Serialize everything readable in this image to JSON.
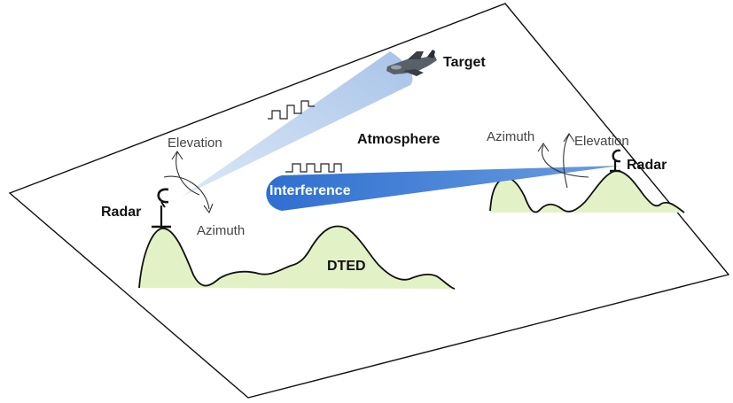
{
  "labels": {
    "target": "Target",
    "atmosphere": "Atmosphere",
    "interference": "Interference",
    "dted": "DTED",
    "radar_left": "Radar",
    "radar_right": "Radar",
    "elevation_left": "Elevation",
    "azimuth_left": "Azimuth",
    "elevation_right": "Elevation",
    "azimuth_right": "Azimuth"
  },
  "colors": {
    "terrain_fill": "#e3f2c6",
    "target_beam": "#b4cbe8",
    "interference_beam": "#3f7bd0",
    "outline": "#111111"
  },
  "icons": [
    "aircraft-icon",
    "radar-dish-icon",
    "pulse-train-icon",
    "rotation-arrow-icon"
  ]
}
